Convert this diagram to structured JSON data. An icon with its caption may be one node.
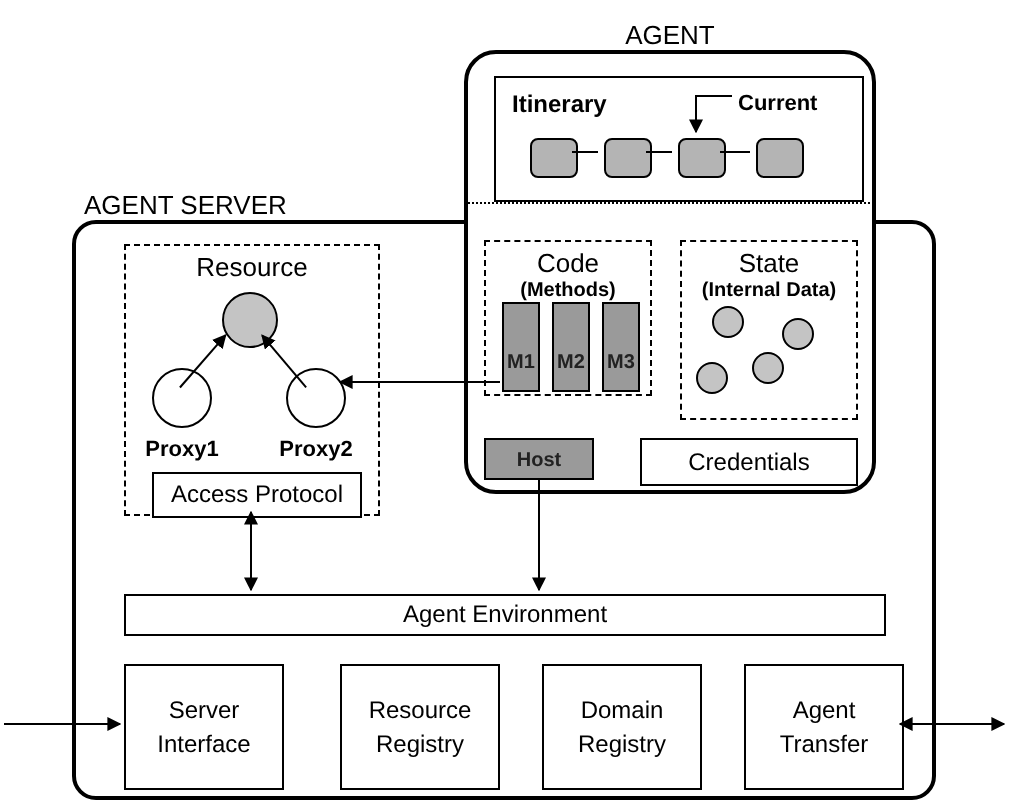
{
  "diagram": {
    "nodes": [
      {
        "text": [
          "AGENT SERVER"
        ]
      },
      {
        "text": [
          "AGENT"
        ]
      },
      {
        "text": [
          "Itinerary"
        ],
        "in": 1
      },
      {
        "text": [],
        "shape": "box",
        "in": 2
      },
      {
        "text": [],
        "shape": "box",
        "in": 2
      },
      {
        "text": [],
        "shape": "box",
        "in": 2
      },
      {
        "text": [],
        "shape": "box",
        "in": 2
      },
      {
        "text": [
          "Current"
        ],
        "in": 2
      },
      {
        "text": [
          "Resource"
        ],
        "in": 0
      },
      {
        "text": [],
        "shape": "circle",
        "in": 8
      },
      {
        "text": [],
        "shape": "circle",
        "in": 8,
        "beside": [
          "Proxy1"
        ]
      },
      {
        "text": [],
        "shape": "circle",
        "in": 8,
        "beside": [
          "Proxy2"
        ]
      },
      {
        "text": [
          "Access Protocol"
        ],
        "in": 8
      },
      {
        "text": [
          "Code",
          "(Methods)"
        ]
      },
      {
        "text": [
          "M1"
        ],
        "in": 13
      },
      {
        "text": [
          "M2"
        ],
        "in": 13
      },
      {
        "text": [
          "M3"
        ],
        "in": 13
      },
      {
        "text": [
          "State",
          "(Internal Data)"
        ]
      },
      {
        "text": [],
        "shape": "circle",
        "in": 17
      },
      {
        "text": [],
        "shape": "circle",
        "in": 17
      },
      {
        "text": [],
        "shape": "circle",
        "in": 17
      },
      {
        "text": [],
        "shape": "circle",
        "in": 17
      },
      {
        "text": [
          "Host"
        ]
      },
      {
        "text": [
          "Credentials"
        ]
      },
      {
        "text": [
          "Agent Environment"
        ],
        "in": 0
      },
      {
        "text": [
          "Server Interface"
        ],
        "in": 0
      },
      {
        "text": [
          "Resource Registry"
        ],
        "in": 0
      },
      {
        "text": [
          "Domain Registry"
        ],
        "in": 0
      },
      {
        "text": [
          "Agent Transfer"
        ],
        "in": 0
      }
    ],
    "edges": [
      {
        "from": 3,
        "to": 4,
        "arrow": "none"
      },
      {
        "from": 4,
        "to": 5,
        "arrow": "none"
      },
      {
        "from": 5,
        "to": 6,
        "arrow": "none"
      },
      {
        "from": 7,
        "to": 5,
        "arrow": "to"
      },
      {
        "from": 10,
        "to": 9,
        "arrow": "to"
      },
      {
        "from": 11,
        "to": 9,
        "arrow": "to"
      },
      {
        "from": 14,
        "to": 11,
        "arrow": "to"
      },
      {
        "from": 12,
        "to": 24,
        "arrow": "both"
      },
      {
        "from": 22,
        "to": 24,
        "arrow": "to"
      },
      {
        "from": null,
        "to": 25,
        "arrow": "to"
      },
      {
        "from": 28,
        "to": null,
        "arrow": "both"
      }
    ]
  }
}
